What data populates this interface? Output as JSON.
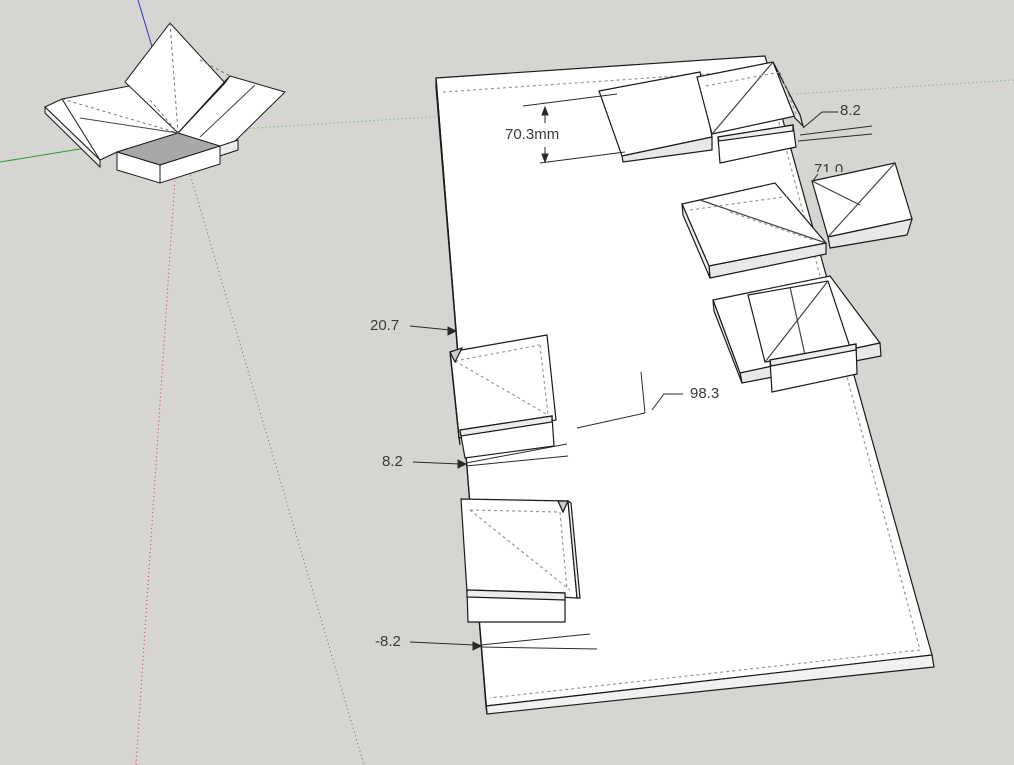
{
  "app": "3D modeling viewport",
  "dimensions": {
    "d1": "70.3mm",
    "d2": "8.2",
    "d3": "71.0",
    "d4": "20.7",
    "d5": "98.3",
    "d6": "8.2",
    "d7": "-8.2"
  },
  "colors": {
    "background": "#d6d5d1",
    "face": "#ffffff",
    "face_shaded": "#e4e4e4",
    "edge": "#1a1a1a",
    "hidden_edge": "#8a8a8a",
    "axis_red": "#c43c3c",
    "axis_green": "#2e9a2e",
    "axis_blue": "#3333cc"
  }
}
